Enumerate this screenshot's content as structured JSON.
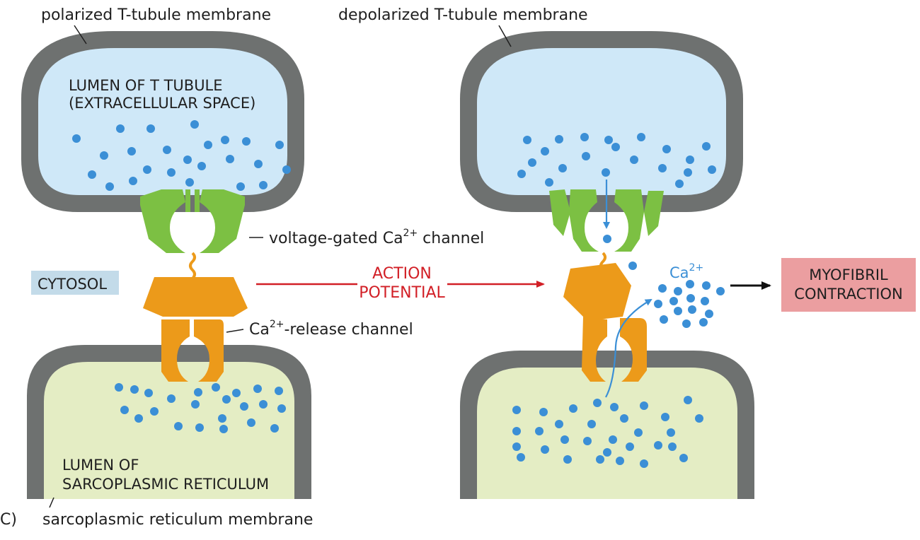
{
  "labels": {
    "polarized_membrane": "polarized T-tubule membrane",
    "depolarized_membrane": "depolarized T-tubule membrane",
    "t_tubule_lumen_line1": "LUMEN OF T TUBULE",
    "t_tubule_lumen_line2": "(EXTRACELLULAR SPACE)",
    "voltage_channel_pre": "voltage-gated Ca",
    "voltage_channel_sup": "2+",
    "voltage_channel_post": " channel",
    "cytosol": "CYTOSOL",
    "action_line1": "ACTION",
    "action_line2": "POTENTIAL",
    "release_channel_pre": "Ca",
    "release_channel_sup": "2+",
    "release_channel_post": "-release channel",
    "ca_ion_pre": "Ca",
    "ca_ion_sup": "2+",
    "myofibril_line1": "MYOFIBRIL",
    "myofibril_line2": "CONTRACTION",
    "sr_lumen_line1": "LUMEN OF",
    "sr_lumen_line2": "SARCOPLASMIC RETICULUM",
    "sr_membrane": "sarcoplasmic reticulum membrane",
    "panel_letter": "C)"
  },
  "colors": {
    "membrane": "#6e7170",
    "t_tubule_lumen": "#cfe8f8",
    "sr_lumen": "#e4edc4",
    "ca_ion": "#3b8fd6",
    "voltage_channel": "#7cc043",
    "release_channel": "#ec9a1a",
    "action_potential": "#d21f26",
    "cytosol_box": "#c3dbe9",
    "myofibril_box": "#eb9ea0"
  }
}
